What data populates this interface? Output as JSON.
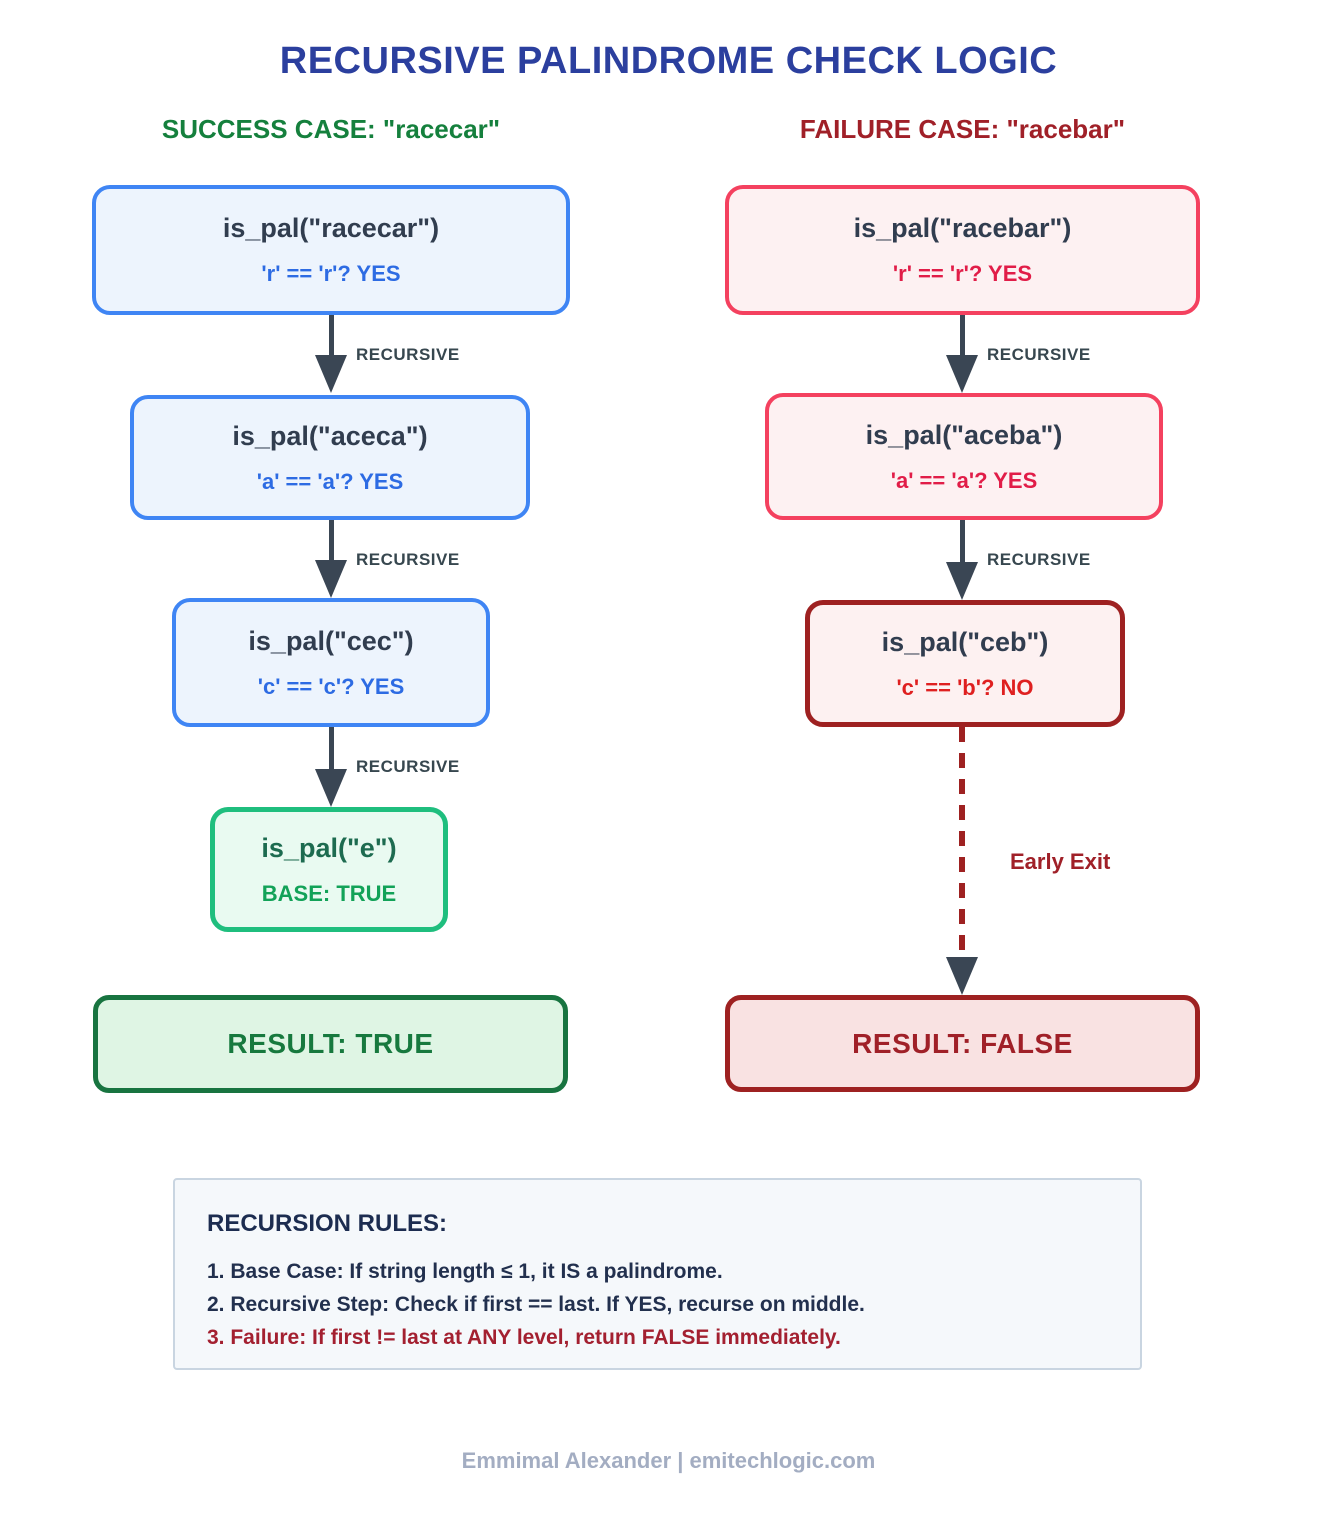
{
  "title": "RECURSIVE PALINDROME CHECK LOGIC",
  "colors": {
    "title_blue": "#2B3F9E",
    "success_green": "#15803D",
    "failure_dark_red": "#A02028",
    "node_blue_border": "#3F85F4",
    "node_blue_fill": "#EDF4FD",
    "check_blue": "#2D6BE3",
    "node_rose_border": "#F4415F",
    "node_rose_fill": "#FDF1F2",
    "check_crimson": "#E11D48",
    "node_darkred_border": "#9E2121",
    "check_red": "#DF2020",
    "base_green_border": "#1FBE7E",
    "base_green_text": "#12A258",
    "result_true_border": "#187440",
    "result_false_border": "#9E2121",
    "arrow_slate": "#3A4654"
  },
  "success": {
    "header": "SUCCESS CASE: \"racecar\"",
    "arrow_label": "RECURSIVE",
    "steps": [
      {
        "call": "is_pal(\"racecar\")",
        "check": "'r' == 'r'? YES"
      },
      {
        "call": "is_pal(\"aceca\")",
        "check": "'a' == 'a'? YES"
      },
      {
        "call": "is_pal(\"cec\")",
        "check": "'c' == 'c'? YES"
      },
      {
        "call": "is_pal(\"e\")",
        "check": "BASE: TRUE"
      }
    ],
    "result": "RESULT: TRUE"
  },
  "failure": {
    "header": "FAILURE CASE: \"racebar\"",
    "arrow_label": "RECURSIVE",
    "early_exit_label": "Early Exit",
    "steps": [
      {
        "call": "is_pal(\"racebar\")",
        "check": "'r' == 'r'? YES"
      },
      {
        "call": "is_pal(\"aceba\")",
        "check": "'a' == 'a'? YES"
      },
      {
        "call": "is_pal(\"ceb\")",
        "check": "'c' == 'b'? NO"
      }
    ],
    "result": "RESULT: FALSE"
  },
  "rules": {
    "heading": "RECURSION RULES:",
    "items": [
      "1. Base Case: If string length ≤ 1, it IS a palindrome.",
      "2. Recursive Step: Check if first == last. If YES, recurse on middle.",
      "3. Failure: If first != last at ANY level, return FALSE immediately."
    ]
  },
  "footer": "Emmimal Alexander | emitechlogic.com"
}
